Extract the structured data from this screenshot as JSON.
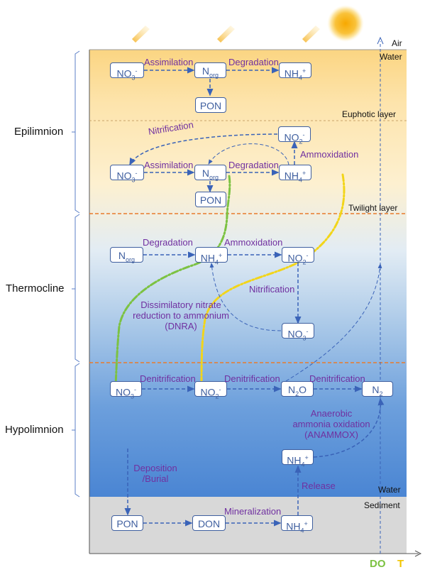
{
  "environments": {
    "air": "Air",
    "water_top": "Water",
    "water_bottom": "Water",
    "sediment": "Sediment"
  },
  "layers": {
    "euphotic": "Euphotic layer",
    "twilight": "Twilight layer"
  },
  "zones": {
    "epilimnion": "Epilimnion",
    "thermocline": "Thermocline",
    "hypolimnion": "Hypolimnion"
  },
  "species": {
    "no3": "NO3-",
    "norg": "Norg",
    "nh4": "NH4+",
    "no2": "NO2-",
    "pon": "PON",
    "don": "DON",
    "n2o": "N2O",
    "n2": "N2"
  },
  "processes": {
    "assimilation": "Assimilation",
    "degradation": "Degradation",
    "nitrification": "Nitrification",
    "ammoxidation": "Ammoxidation",
    "dnra_line1": "Dissimilatory nitrate",
    "dnra_line2": "reduction to ammonium",
    "dnra_line3": "(DNRA)",
    "denitrification": "Denitrification",
    "anammox_line1": "Anaerobic",
    "anammox_line2": "ammonia oxidation",
    "anammox_line3": "(ANAMMOX)",
    "release": "Release",
    "deposition_line1": "Deposition",
    "deposition_line2": "/Burial",
    "mineralization": "Mineralization"
  },
  "legend": {
    "do": "DO",
    "t": "T",
    "do_color": "#7cc242",
    "t_color": "#f2c500"
  },
  "colors": {
    "arrow": "#3a63b8",
    "process_text": "#7030a0",
    "boundary_line": "#e87a2c",
    "sun": "#f7b500"
  }
}
